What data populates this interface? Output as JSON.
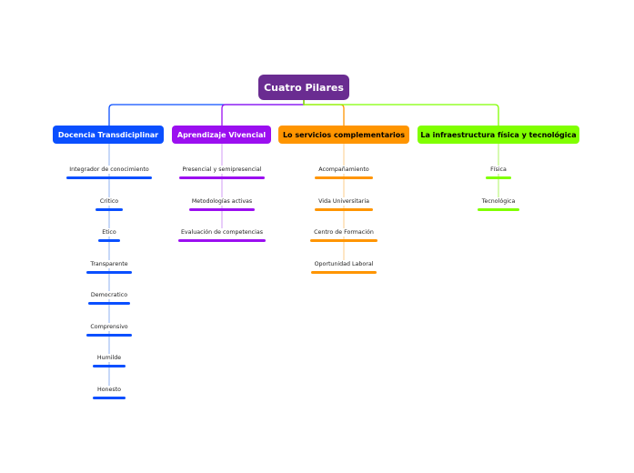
{
  "root": {
    "label": "Cuatro Pilares",
    "color": "#6a2c91"
  },
  "branches": [
    {
      "label": "Docencia Transdiciplinar",
      "color": "#0a4fff",
      "text_color": "#ffffff",
      "line_color": "#a9c4f5",
      "children": [
        "Integrador de conocimiento",
        "Critico",
        "Etico",
        "Transparente",
        "Democratico",
        "Comprensivo",
        "Humilde",
        "Honesto"
      ]
    },
    {
      "label": "Aprendizaje Vivencial",
      "color": "#9b0ff0",
      "text_color": "#ffffff",
      "line_color": "#dcb2f7",
      "children": [
        "Presencial y semipresencial",
        "Metodologías activas",
        "Evaluación de competencias"
      ]
    },
    {
      "label": "Lo servicios complementarios",
      "color": "#ff9500",
      "text_color": "#000000",
      "line_color": "#fdd9a6",
      "children": [
        "Acompañamiento",
        "Vida Universitaria",
        "Centro de Formación",
        "Oportunidad Laboral"
      ]
    },
    {
      "label": "La infraestructura física y tecnológica",
      "color": "#80ff00",
      "text_color": "#000000",
      "line_color": "#bff785",
      "children": [
        "Física",
        "Tecnológica"
      ]
    }
  ]
}
